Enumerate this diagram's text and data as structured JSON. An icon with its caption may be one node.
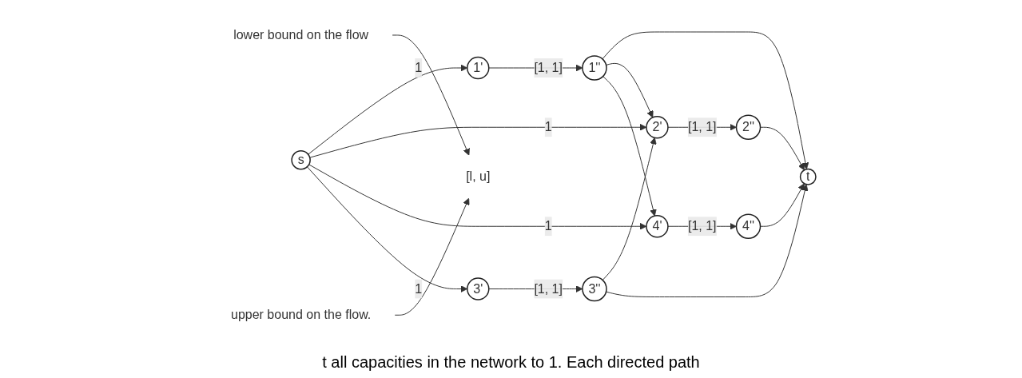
{
  "diagram": {
    "nodes": [
      {
        "text": [
          "s"
        ]
      },
      {
        "text": [
          "1'"
        ]
      },
      {
        "text": [
          "1''"
        ]
      },
      {
        "text": [
          "2'"
        ]
      },
      {
        "text": [
          "2''"
        ]
      },
      {
        "text": [
          "3'"
        ]
      },
      {
        "text": [
          "3''"
        ]
      },
      {
        "text": [
          "4'"
        ]
      },
      {
        "text": [
          "4''"
        ]
      },
      {
        "text": [
          "t"
        ]
      },
      {
        "text": [
          "[l, u]"
        ]
      },
      {
        "text": [
          "lower bound on the flow"
        ]
      },
      {
        "text": [
          "upper bound on the flow."
        ]
      }
    ],
    "edges": [
      {
        "from": 0,
        "to": 1,
        "arrow": "to",
        "label": "1"
      },
      {
        "from": 0,
        "to": 3,
        "arrow": "to",
        "label": "1"
      },
      {
        "from": 0,
        "to": 7,
        "arrow": "to",
        "label": "1"
      },
      {
        "from": 0,
        "to": 5,
        "arrow": "to",
        "label": "1"
      },
      {
        "from": 1,
        "to": 2,
        "arrow": "to",
        "label": "[1, 1]"
      },
      {
        "from": 2,
        "to": 9,
        "arrow": "to"
      },
      {
        "from": 2,
        "to": 3,
        "arrow": "to"
      },
      {
        "from": 2,
        "to": 7,
        "arrow": "to"
      },
      {
        "from": 3,
        "to": 4,
        "arrow": "to",
        "label": "[1, 1]"
      },
      {
        "from": 4,
        "to": 9,
        "arrow": "to"
      },
      {
        "from": 5,
        "to": 6,
        "arrow": "to",
        "label": "[1, 1]"
      },
      {
        "from": 6,
        "to": 3,
        "arrow": "to"
      },
      {
        "from": 6,
        "to": 9,
        "arrow": "to"
      },
      {
        "from": 7,
        "to": 8,
        "arrow": "to",
        "label": "[1, 1]"
      },
      {
        "from": 8,
        "to": 9,
        "arrow": "to"
      },
      {
        "from": 11,
        "to": 10,
        "arrow": "to"
      },
      {
        "from": 12,
        "to": 10,
        "arrow": "to"
      }
    ],
    "labels": [
      "t all capacities in the network to 1. Each directed path"
    ]
  }
}
